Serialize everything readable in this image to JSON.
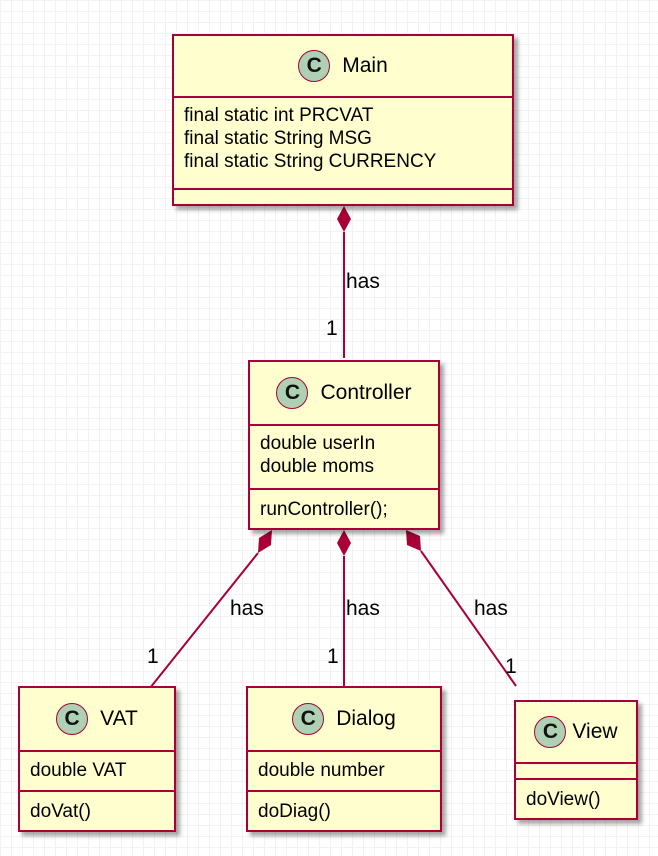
{
  "colors": {
    "box_fill": "#fefece",
    "box_border": "#a80036",
    "stereotype_circle": "#add1b2",
    "edge": "#a80036"
  },
  "classes": {
    "main": {
      "stereotype": "C",
      "name": "Main",
      "fields": [
        "final static int PRCVAT",
        "final static String MSG",
        "final static String CURRENCY"
      ],
      "methods": []
    },
    "controller": {
      "stereotype": "C",
      "name": "Controller",
      "fields": [
        "double userIn",
        "double moms"
      ],
      "methods": [
        "runController();"
      ]
    },
    "vat": {
      "stereotype": "C",
      "name": "VAT",
      "fields": [
        "double VAT"
      ],
      "methods": [
        "doVat()"
      ]
    },
    "dialog": {
      "stereotype": "C",
      "name": "Dialog",
      "fields": [
        "double number"
      ],
      "methods": [
        "doDiag()"
      ]
    },
    "view": {
      "stereotype": "C",
      "name": "View",
      "fields": [],
      "methods": [
        "doView()"
      ]
    }
  },
  "relations": [
    {
      "from": "Main",
      "to": "Controller",
      "type": "composition",
      "label": "has",
      "multiplicity": "1"
    },
    {
      "from": "Controller",
      "to": "VAT",
      "type": "composition",
      "label": "has",
      "multiplicity": "1"
    },
    {
      "from": "Controller",
      "to": "Dialog",
      "type": "composition",
      "label": "has",
      "multiplicity": "1"
    },
    {
      "from": "Controller",
      "to": "View",
      "type": "composition",
      "label": "has",
      "multiplicity": "1"
    }
  ]
}
